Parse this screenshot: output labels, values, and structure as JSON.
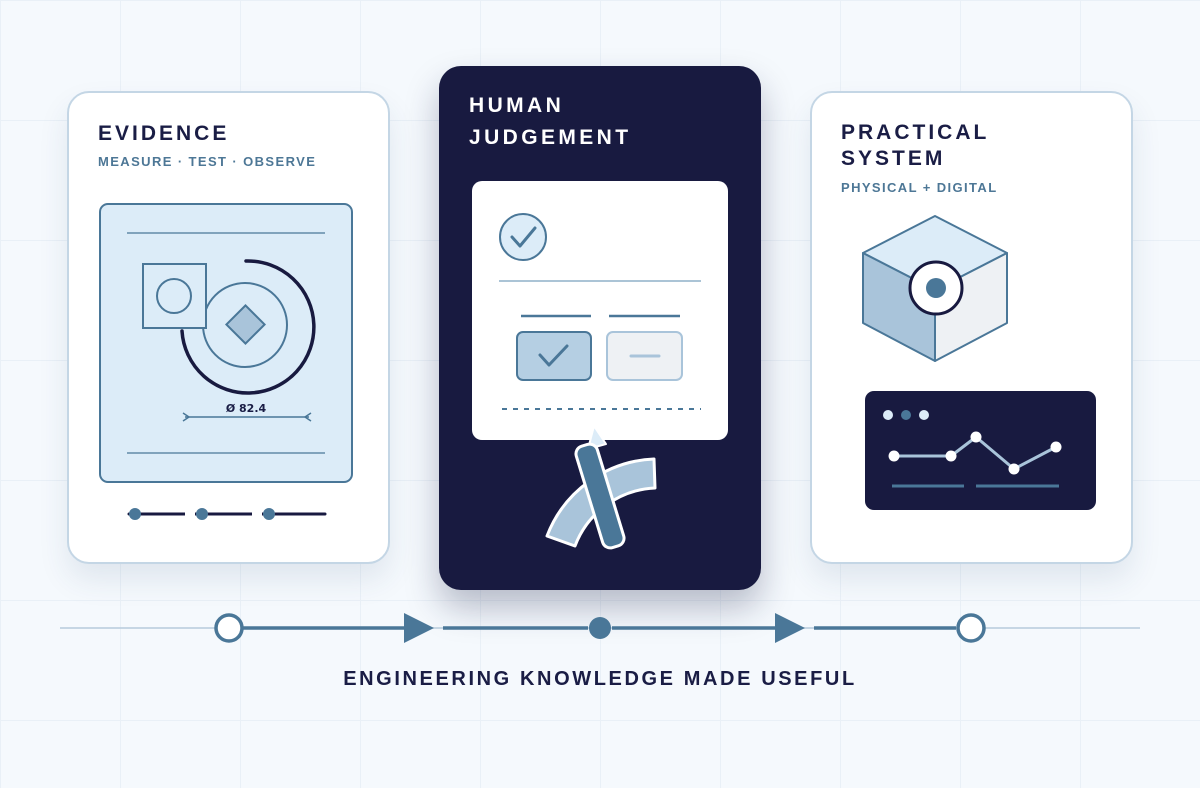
{
  "cards": [
    {
      "title": "EVIDENCE",
      "subtitle": "MEASURE · TEST · OBSERVE",
      "measurement_label": "Ø 82.4",
      "icons": [
        "drawing-frame-icon",
        "circle-in-square-icon",
        "diamond-icon",
        "arc-icon",
        "slider-icon"
      ]
    },
    {
      "title": "HUMAN\nJUDGEMENT",
      "icons": [
        "check-circle-icon",
        "checked-box-icon",
        "minus-box-icon",
        "pen-icon",
        "arc-gauge-icon"
      ]
    },
    {
      "title": "PRACTICAL\nSYSTEM",
      "subtitle": "PHYSICAL + DIGITAL",
      "icons": [
        "cube-icon",
        "sensor-eye-icon",
        "dashboard-panel-icon",
        "line-graph-icon"
      ]
    }
  ],
  "tagline": "ENGINEERING KNOWLEDGE MADE USEFUL",
  "colors": {
    "navy": "#181a40",
    "steel_blue": "#4a7798",
    "light_blue": "#dcecf8",
    "pale_blue": "#a9c4da",
    "background": "#f5f9fd"
  }
}
